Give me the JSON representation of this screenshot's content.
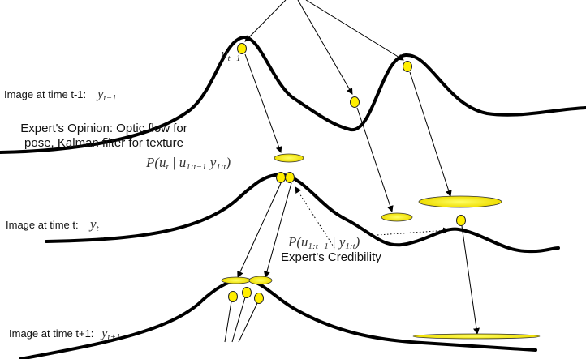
{
  "labels": {
    "frame_prev": "Image at time t-1:",
    "frame_prev_var": "y",
    "frame_prev_sub": "t−1",
    "frame_curr": "Image at time t:",
    "frame_curr_var": "y",
    "frame_curr_sub": "t",
    "frame_next": "Image at time t+1:",
    "frame_next_var": "y",
    "frame_next_sub": "t+1",
    "particle_var": "u",
    "particle_sub": "t−1",
    "opinion_line1": "Expert's Opinion: Optic flow for",
    "opinion_line2": "pose, Kalman filter for texture",
    "posterior_formula": "P(u",
    "posterior_formula_sub1": "t",
    "posterior_formula_mid": " | u",
    "posterior_formula_sub2": "1:t−1",
    "posterior_formula_mid2": " y",
    "posterior_formula_sub3": "1:t",
    "posterior_formula_end": ")",
    "credibility_formula": "P(u",
    "credibility_formula_sub1": "1:t−1",
    "credibility_formula_mid": " | y",
    "credibility_formula_sub2": "1:t",
    "credibility_formula_end": ")",
    "credibility_label": "Expert's  Credibility"
  },
  "colors": {
    "particle": "#ffee00",
    "curve": "#000000"
  }
}
